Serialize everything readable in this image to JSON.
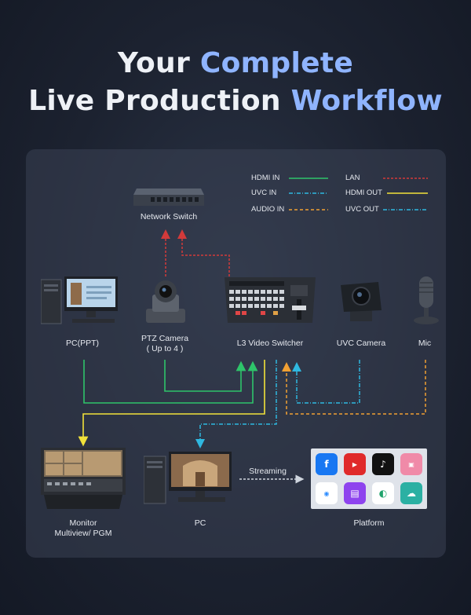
{
  "title": {
    "line1_white": "Your ",
    "line1_blue": "Complete",
    "line2_white": "Live Production ",
    "line2_blue": "Workflow"
  },
  "legend": {
    "hdmi_in": "HDMI IN",
    "uvc_in": "UVC IN",
    "audio_in": "AUDIO IN",
    "lan": "LAN",
    "hdmi_out": "HDMI OUT",
    "uvc_out": "UVC OUT"
  },
  "colors": {
    "hdmi_in": "#2ec46a",
    "uvc_in": "#2fb8e0",
    "audio_in": "#f0a033",
    "lan": "#d23a3a",
    "hdmi_out": "#f2e23a",
    "uvc_out": "#2fb8e0"
  },
  "devices": {
    "network_switch": "Network Switch",
    "pc_ppt": "PC(PPT)",
    "ptz_line1": "PTZ Camera",
    "ptz_line2": "( Up to 4 )",
    "switcher": "L3  Video Switcher",
    "uvc_camera": "UVC Camera",
    "mic": "Mic",
    "monitor_line1": "Monitor",
    "monitor_line2": "Multiview/ PGM",
    "pc": "PC",
    "platform": "Platform",
    "streaming": "Streaming"
  },
  "platform_icons": [
    "facebook-icon",
    "youtube-icon",
    "tiktok-icon",
    "bilibili-icon",
    "zoom-icon",
    "twitch-icon",
    "vmix-icon",
    "cloud-icon"
  ]
}
